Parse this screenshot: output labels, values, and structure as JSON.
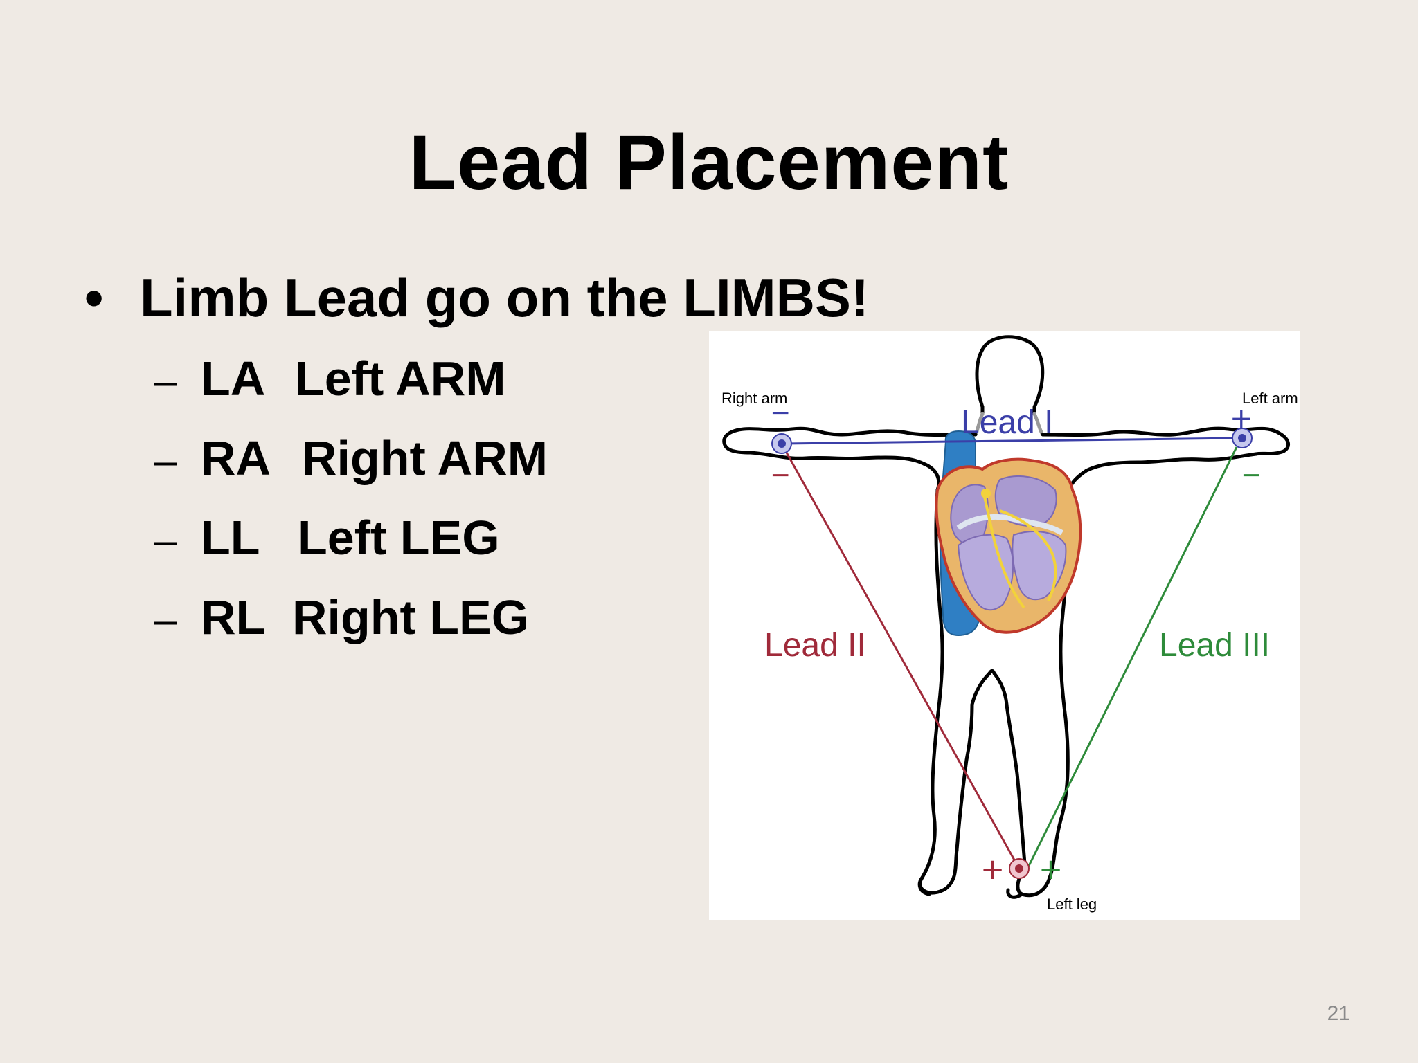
{
  "slide": {
    "title": "Lead Placement",
    "bullet_marker": "•",
    "bullet": "Limb Lead go on the LIMBS!",
    "sub_marker": "–",
    "sub_items": [
      {
        "abbr": "LA",
        "label": "Left ARM"
      },
      {
        "abbr": "RA",
        "label": "Right ARM"
      },
      {
        "abbr": "LL",
        "label": "Left LEG"
      },
      {
        "abbr": "RL",
        "label": "Right LEG"
      }
    ],
    "page_number": "21"
  },
  "figure": {
    "labels": {
      "right_arm": "Right arm",
      "left_arm": "Left arm",
      "left_leg": "Left leg",
      "lead_1": "Lead I",
      "lead_2": "Lead II",
      "lead_3": "Lead III",
      "minus": "−",
      "plus": "+"
    },
    "colors": {
      "lead_1": "#3b3fa8",
      "lead_2": "#a02a3a",
      "lead_3": "#2e8b3a",
      "vena": "#2f7fc4",
      "heart_muscle": "#e9b66a",
      "heart_chamber": "#a99ad0"
    }
  }
}
